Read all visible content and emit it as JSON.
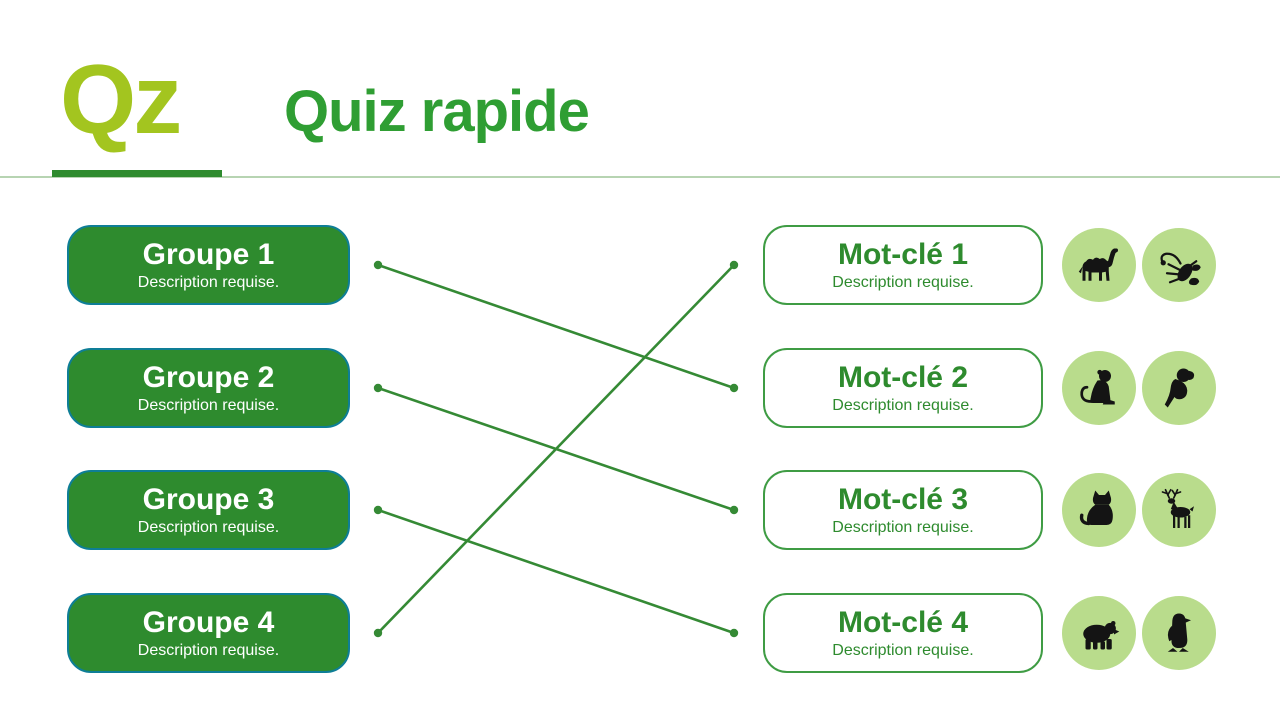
{
  "logo": {
    "text": "Qz"
  },
  "header": {
    "title": "Quiz rapide"
  },
  "groups": [
    {
      "label": "Groupe 1",
      "description": "Description requise."
    },
    {
      "label": "Groupe 2",
      "description": "Description requise."
    },
    {
      "label": "Groupe 3",
      "description": "Description requise."
    },
    {
      "label": "Groupe 4",
      "description": "Description requise."
    }
  ],
  "keywords": [
    {
      "label": "Mot-clé 1",
      "description": "Description requise.",
      "icons": [
        "camel-icon",
        "scorpion-icon"
      ]
    },
    {
      "label": "Mot-clé 2",
      "description": "Description requise.",
      "icons": [
        "monkey-icon",
        "parrot-icon"
      ]
    },
    {
      "label": "Mot-clé 3",
      "description": "Description requise.",
      "icons": [
        "cat-icon",
        "deer-icon"
      ]
    },
    {
      "label": "Mot-clé 4",
      "description": "Description requise.",
      "icons": [
        "bear-icon",
        "penguin-icon"
      ]
    }
  ],
  "connections": [
    {
      "from": "Groupe 1",
      "to": "Mot-clé 2"
    },
    {
      "from": "Groupe 2",
      "to": "Mot-clé 3"
    },
    {
      "from": "Groupe 3",
      "to": "Mot-clé 4"
    },
    {
      "from": "Groupe 4",
      "to": "Mot-clé 1"
    }
  ],
  "colors": {
    "accent": "#2e8b2e",
    "title": "#2f9e33",
    "logo": "#a3c51f",
    "teal": "#0e7e96",
    "border-green": "#3f9c44",
    "line": "#358a35",
    "chip": "#b9dc8c",
    "divider": "#b7d4b2"
  }
}
